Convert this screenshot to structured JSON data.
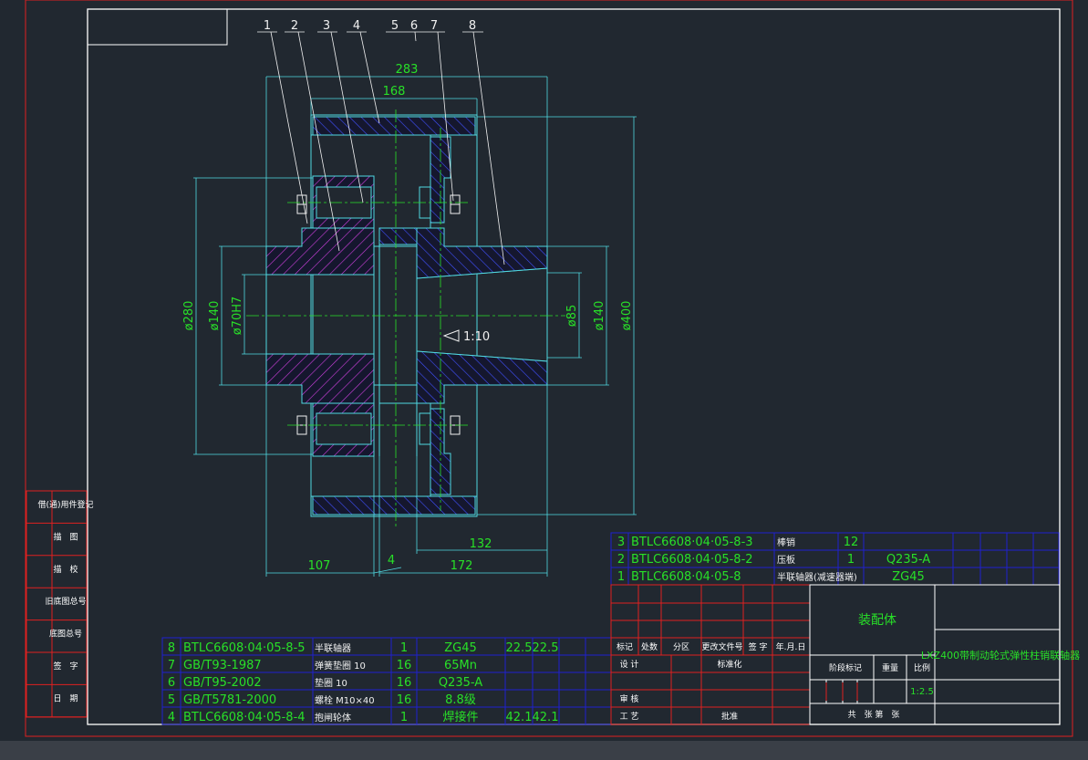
{
  "drawing": {
    "title": "装配体",
    "product": "LXZ400带制动轮式弹性柱销联轴器",
    "scale_label": "比例",
    "scale_value": "1:2.5",
    "weight_label": "重量",
    "stage_label": "阶段标记",
    "sheets_text": "共　张 第　张"
  },
  "balloons": [
    "1",
    "2",
    "3",
    "4",
    "5",
    "6",
    "7",
    "8"
  ],
  "dimensions": {
    "overall_length": "283",
    "hub_length": "168",
    "left_hub": "107",
    "right_hub": "172",
    "gap": "4",
    "brake_offset": "132",
    "d280": "ø280",
    "d140_left": "ø140",
    "d70": "ø70H7",
    "d85": "ø85",
    "d140_right": "ø140",
    "d400": "ø400",
    "taper": "1:10"
  },
  "side_table": [
    "借(通)用件登记",
    "描　图",
    "描　校",
    "旧底图总号",
    "底图总号",
    "签　字",
    "日　期"
  ],
  "parts_upper": [
    {
      "no": "3",
      "code": "BTLC6608·04·05-8-3",
      "name": "棒销",
      "qty": "12",
      "mat": ""
    },
    {
      "no": "2",
      "code": "BTLC6608·04·05-8-2",
      "name": "压板",
      "qty": "1",
      "mat": "Q235-A"
    },
    {
      "no": "1",
      "code": "BTLC6608·04·05-8",
      "name": "半联轴器(减速器端)",
      "qty": "",
      "mat": "ZG45"
    }
  ],
  "parts_lower": [
    {
      "no": "8",
      "code": "BTLC6608·04·05-8-5",
      "name": "半联轴器",
      "qty": "1",
      "mat": "ZG45",
      "w1": "22.5",
      "w2": "22.5"
    },
    {
      "no": "7",
      "code": "GB/T93-1987",
      "name": "弹簧垫圈 10",
      "qty": "16",
      "mat": "65Mn",
      "w1": "",
      "w2": ""
    },
    {
      "no": "6",
      "code": "GB/T95-2002",
      "name": "垫圈 10",
      "qty": "16",
      "mat": "Q235-A",
      "w1": "",
      "w2": ""
    },
    {
      "no": "5",
      "code": "GB/T5781-2000",
      "name": "螺栓 M10×40",
      "qty": "16",
      "mat": "8.8级",
      "w1": "",
      "w2": ""
    },
    {
      "no": "4",
      "code": "BTLC6608·04·05-8-4",
      "name": "抱闸轮体",
      "qty": "1",
      "mat": "焊接件",
      "w1": "42.1",
      "w2": "42.1"
    }
  ],
  "title_block": {
    "mark": "标记",
    "count": "处数",
    "zone": "分区",
    "doc": "更改文件号",
    "sign": "签 字",
    "date": "年.月.日",
    "design": "设 计",
    "std": "标准化",
    "review": "审 核",
    "process": "工 艺",
    "approve": "批准"
  }
}
